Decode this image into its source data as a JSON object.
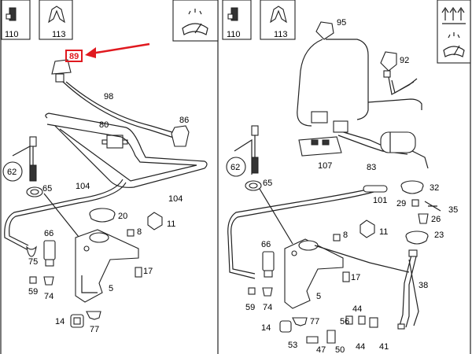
{
  "left_panel": {
    "thumbnails": [
      {
        "label": "110"
      },
      {
        "label": "113"
      }
    ],
    "callouts": [
      "98",
      "80",
      "86",
      "104",
      "104",
      "62",
      "65",
      "20",
      "11",
      "8",
      "66",
      "75",
      "17",
      "5",
      "59",
      "74",
      "14",
      "77"
    ],
    "highlight": {
      "label": "89",
      "color": "#e0191f"
    }
  },
  "right_panel": {
    "thumbnails": [
      {
        "label": "110"
      },
      {
        "label": "113"
      }
    ],
    "callouts": [
      "95",
      "92",
      "107",
      "83",
      "62",
      "65",
      "101",
      "32",
      "29",
      "35",
      "26",
      "23",
      "11",
      "8",
      "66",
      "17",
      "5",
      "59",
      "74",
      "14",
      "77",
      "44",
      "56",
      "38",
      "53",
      "47",
      "50",
      "44",
      "41"
    ]
  },
  "colors": {
    "accent": "#e0191f",
    "line": "#222222",
    "background": "#ffffff"
  }
}
